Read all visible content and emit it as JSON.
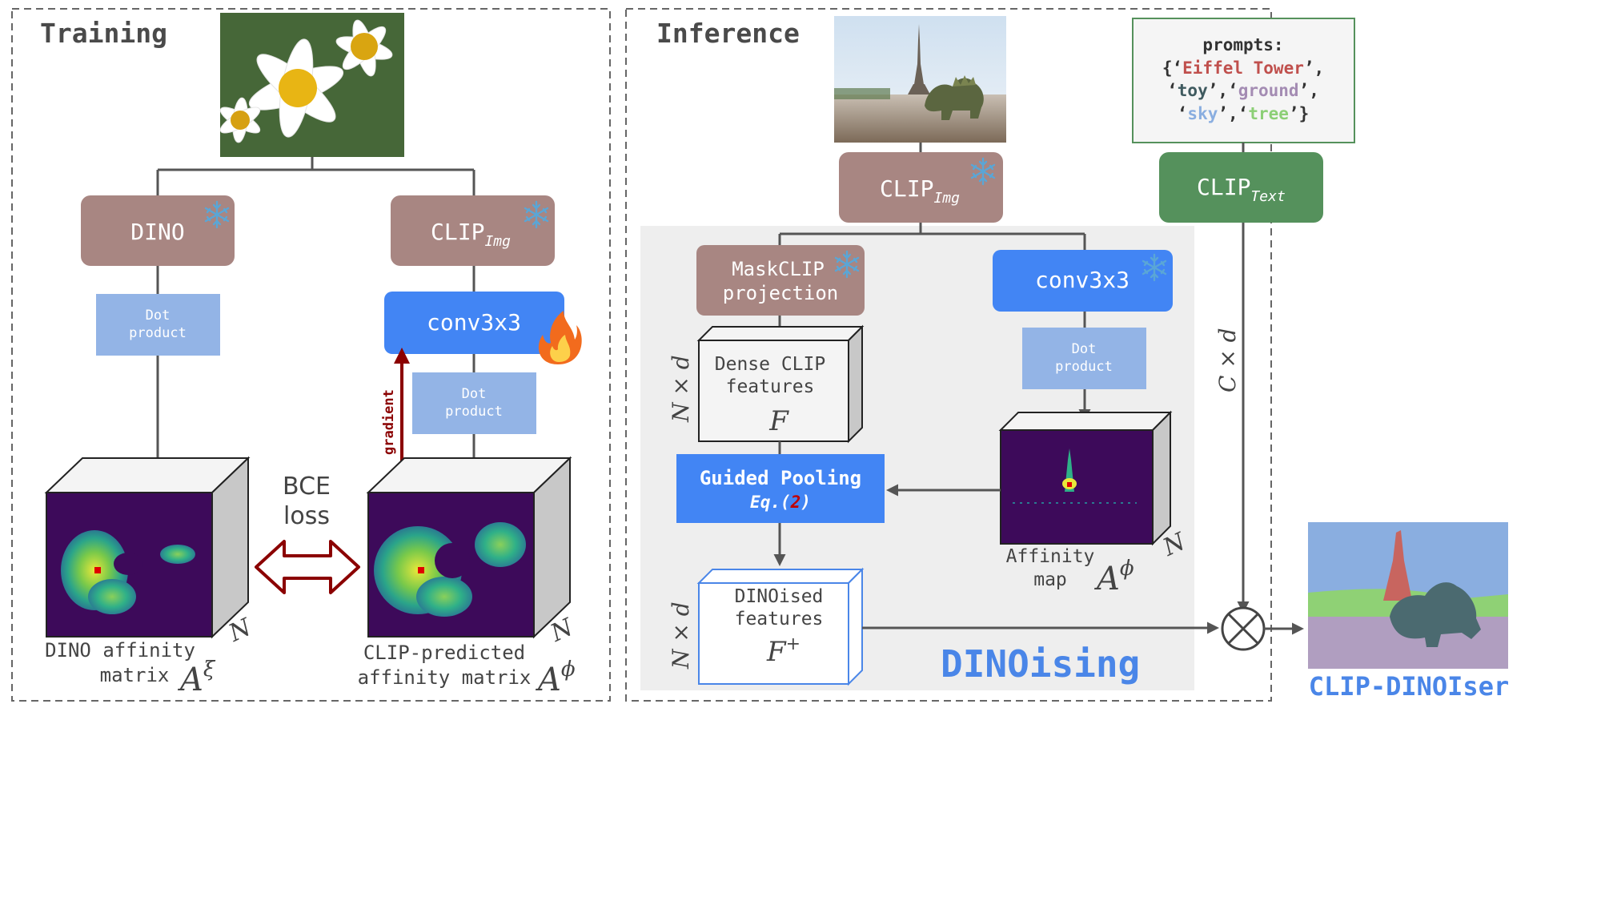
{
  "training": {
    "title": "Training",
    "dino_label": "DINO",
    "clip_img_main": "CLIP",
    "clip_img_sub": "Img",
    "dot_product_left": [
      "Dot",
      "product"
    ],
    "conv_label": "conv3x3",
    "dot_product_right": [
      "Dot",
      "product"
    ],
    "gradient_label": "gradient",
    "bce_loss": [
      "BCE",
      "loss"
    ],
    "dino_matrix_caption": [
      "DINO affinity",
      "matrix"
    ],
    "dino_matrix_symbol": "A",
    "dino_matrix_sup": "ξ",
    "clip_matrix_caption": [
      "CLIP-predicted",
      "affinity matrix"
    ],
    "clip_matrix_symbol": "A",
    "clip_matrix_sup": "ϕ",
    "cube_n": "N"
  },
  "inference": {
    "title": "Inference",
    "clip_img_main": "CLIP",
    "clip_img_sub": "Img",
    "clip_text_main": "CLIP",
    "clip_text_sub": "Text",
    "prompts_title": "prompts:",
    "prompt_open": "{",
    "prompt_close": "}",
    "prompt_quote_open": "‘",
    "prompt_quote_close": "’",
    "prompt_separator": ",",
    "prompts": [
      {
        "text": "Eiffel Tower",
        "color": "#c0504d"
      },
      {
        "text": "toy",
        "color": "#3f5a5f"
      },
      {
        "text": "ground",
        "color": "#a48cb3"
      },
      {
        "text": "sky",
        "color": "#8aaee0"
      },
      {
        "text": "tree",
        "color": "#8ccf76"
      }
    ],
    "maskclip_label": [
      "MaskCLIP",
      "projection"
    ],
    "conv_label": "conv3x3",
    "dot_product": [
      "Dot",
      "product"
    ],
    "dense_features_label": [
      "Dense CLIP",
      "features"
    ],
    "dense_features_symbol": "F",
    "guided_pooling_title": "Guided Pooling",
    "guided_pooling_eq_prefix": "Eq.(",
    "guided_pooling_eq_num": "2",
    "guided_pooling_eq_suffix": ")",
    "affinity_map_label": [
      "Affinity",
      "map"
    ],
    "affinity_symbol": "A",
    "affinity_sup": "ϕ",
    "dinoised_label": [
      "DINOised",
      "features"
    ],
    "dinoised_symbol": "F",
    "dinoised_sup": "+",
    "n_by_d": "N × d",
    "c_by_d": "C × d",
    "cube_n": "N",
    "dinoising_label": "DINOising",
    "output_label": "CLIP-DINOIser",
    "otimes": "⊗"
  },
  "colors": {
    "brown_box": "#a88682",
    "blue_box": "#4285f4",
    "light_blue_box": "#93b4e6",
    "green_box": "#55915c",
    "dinoising_bg": "#eeeeee",
    "dinoising_text": "#4a86e8",
    "gradient_arrow": "#8b0000",
    "matrix_bg": "#3d0a5a",
    "seg_sky": "#8aaee0",
    "seg_tree": "#8fd175",
    "seg_ground": "#b09ec0",
    "seg_tower": "#c8655f",
    "seg_toy": "#4b6a70"
  },
  "icons": {
    "snowflake": "snowflake-icon",
    "fire": "fire-icon",
    "otimes": "otimes-icon",
    "double_arrow": "double-arrow-icon"
  }
}
